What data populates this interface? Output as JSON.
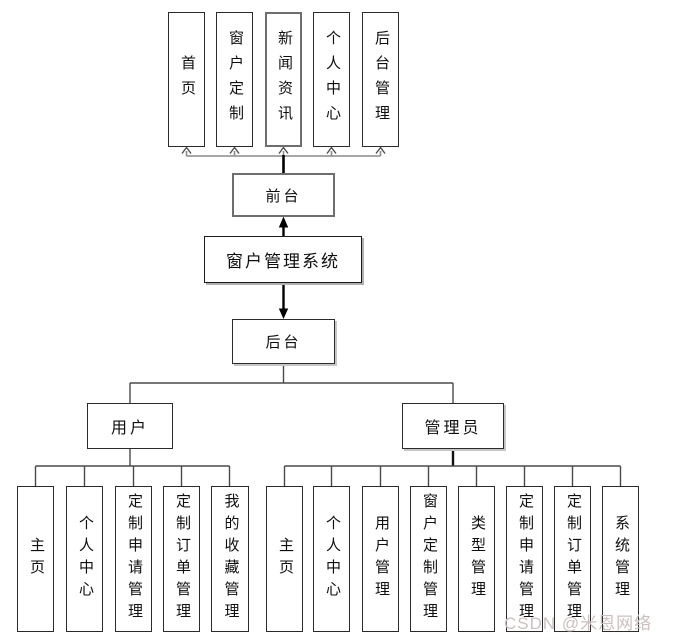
{
  "diagram": {
    "system": "窗户管理系统",
    "frontend": {
      "label": "前台",
      "items": [
        "首页",
        "窗户定制",
        "新闻资讯",
        "个人中心",
        "后台管理"
      ]
    },
    "backend": {
      "label": "后台",
      "branches": [
        {
          "label": "用户",
          "items": [
            "主页",
            "个人中心",
            "定制申请管理",
            "定制订单管理",
            "我的收藏管理"
          ]
        },
        {
          "label": "管理员",
          "items": [
            "主页",
            "个人中心",
            "用户管理",
            "窗户定制管理",
            "类型管理",
            "定制申请管理",
            "定制订单管理",
            "系统管理"
          ]
        }
      ]
    }
  },
  "watermark": {
    "text": "CSDN @米恩网络",
    "color": "#ccbfbf"
  },
  "colors": {
    "background": "#ffffff",
    "box_border": "#2b2b2b",
    "highlight_border": "#6e6e6e",
    "fan_line": "#8a8a8a",
    "tree_line": "#4a4a4a",
    "arrow": "#000000",
    "text": "#0f0f0f"
  }
}
